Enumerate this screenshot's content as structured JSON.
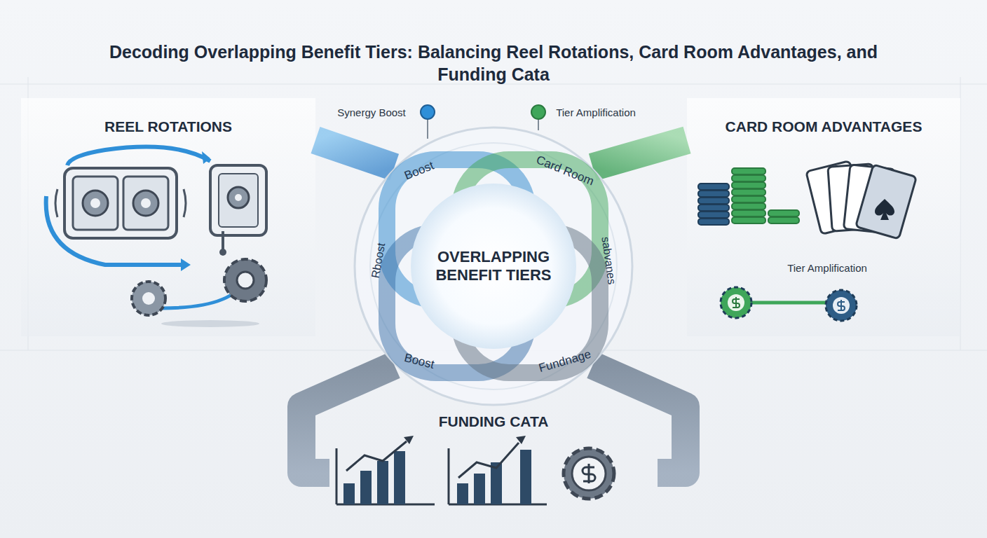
{
  "diagram": {
    "title": "Decoding Overlapping Benefit Tiers: Balancing Reel Rotations, Card Room Advantages, and Funding Cata",
    "nodes": [
      {
        "text": [
          "REEL ROTATIONS"
        ]
      },
      {
        "text": [
          "OVERLAPPING BENEFIT TIERS"
        ]
      },
      {
        "text": [
          "CARD ROOM ADVANTAGES"
        ]
      },
      {
        "text": [
          "FUNDING CATA"
        ]
      }
    ],
    "edges": [
      {
        "from": 0,
        "to": 1,
        "arrow": "none"
      },
      {
        "from": 2,
        "to": 1,
        "arrow": "none"
      },
      {
        "from": 3,
        "to": 1,
        "arrow": "none"
      }
    ],
    "labels": [
      "Synergy Boost",
      "Tier Amplification",
      "Tier Amplification",
      "Boost",
      "Card Room",
      "Rboost",
      "sabvanes",
      "Boost",
      "Fundnage"
    ]
  }
}
